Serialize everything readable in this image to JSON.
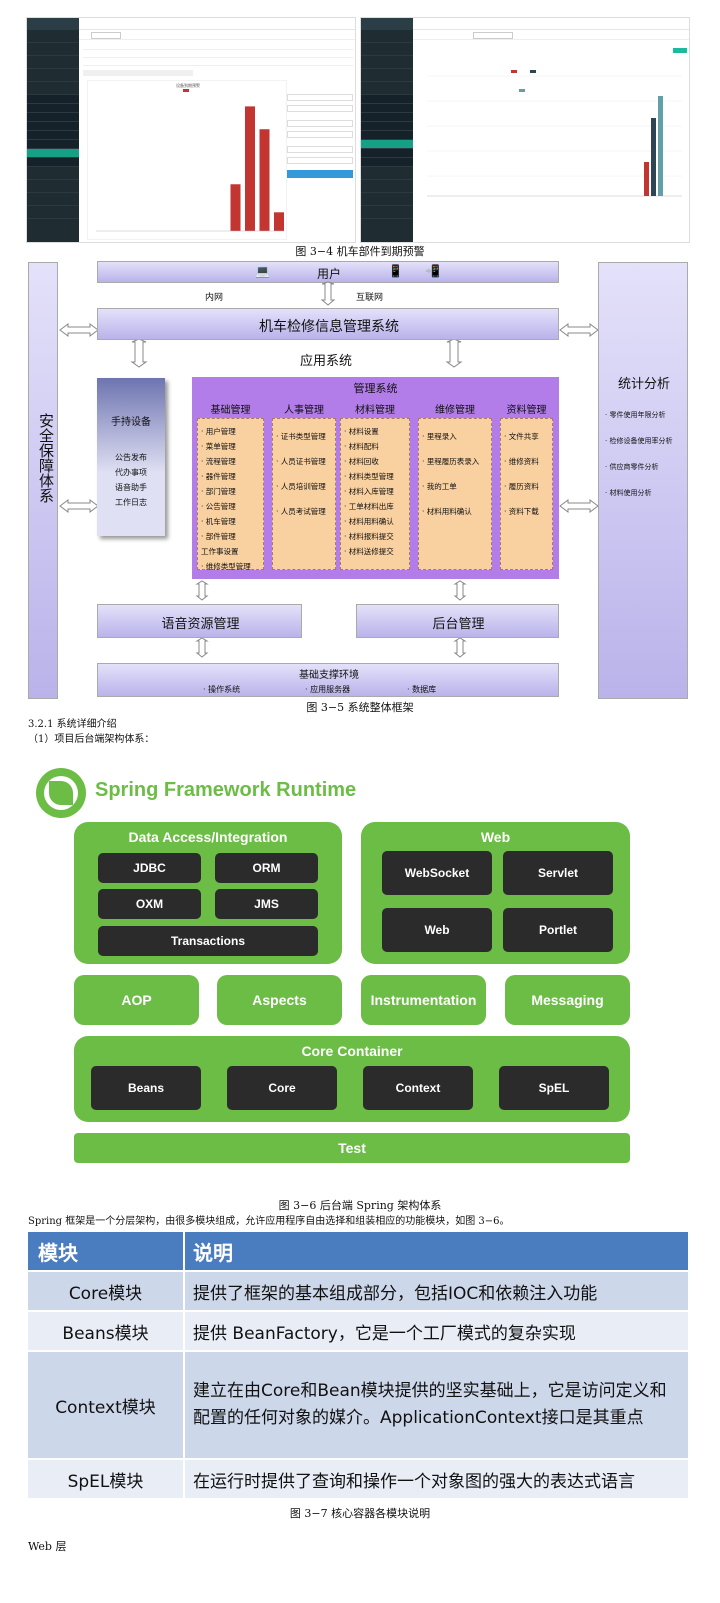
{
  "fig34": {
    "caption": "图 3−4  机车部件到期预警",
    "left_chart_title": "设备到期预警",
    "left_bars": [
      0,
      0,
      0,
      0,
      0,
      0,
      0,
      0,
      0,
      45,
      120,
      98,
      18
    ],
    "right_bars": [
      30,
      60,
      80
    ]
  },
  "fig35": {
    "caption": "图 3−5  系统整体框架",
    "user": "用户",
    "intranet": "内网",
    "internet": "互联网",
    "main_system": "机车检修信息管理系统",
    "app_system": "应用系统",
    "security": "安全保障体系",
    "stats": {
      "title": "统计分析",
      "items": [
        "· 零件使用年限分析",
        "· 检修设备使用率分析",
        "· 供应商零件分析",
        "· 材料使用分析"
      ]
    },
    "handheld": {
      "title": "手持设备",
      "items": [
        "公告发布",
        "代办事项",
        "语音助手",
        "工作日志"
      ]
    },
    "mgmt": {
      "title": "管理系统",
      "columns": [
        {
          "head": "基础管理",
          "items": [
            "· 用户管理",
            "· 菜单管理",
            "· 流程管理",
            "· 器件管理",
            "· 部门管理",
            "· 公告管理",
            "· 机车管理",
            "· 部件管理",
            "  工作事设置",
            "· 维修类型管理"
          ]
        },
        {
          "head": "人事管理",
          "items": [
            "· 证书类型管理",
            "· 人员证书管理",
            "· 人员培训管理",
            "· 人员考试管理"
          ]
        },
        {
          "head": "材料管理",
          "items": [
            "· 材料设置",
            "· 材料配料",
            "· 材料回收",
            "· 材料类型管理",
            "· 材料入库管理",
            "· 工单材料出库",
            "· 材料用料确认",
            "· 材料报料提交",
            "· 材料送修提交"
          ]
        },
        {
          "head": "维修管理",
          "items": [
            "· 里程录入",
            "· 里程履历表录入",
            "· 我的工单",
            "· 材料用料确认"
          ]
        },
        {
          "head": "资料管理",
          "items": [
            "· 文件共享",
            "· 维修资料",
            "· 履历资料",
            "· 资料下载"
          ]
        }
      ]
    },
    "voice": "语音资源管理",
    "backend": "后台管理",
    "infra": {
      "title": "基础支撑环境",
      "items": [
        "· 操作系统",
        "· 应用服务器",
        "· 数据库"
      ]
    }
  },
  "section": {
    "heading": "3.2.1 系统详细介绍",
    "sub": "（1）项目后台端架构体系："
  },
  "spring": {
    "title": "Spring Framework Runtime",
    "data_access": {
      "title": "Data Access/Integration",
      "items": [
        "JDBC",
        "ORM",
        "OXM",
        "JMS",
        "Transactions"
      ]
    },
    "web": {
      "title": "Web",
      "items": [
        "WebSocket",
        "Servlet",
        "Web",
        "Portlet"
      ]
    },
    "middle": [
      "AOP",
      "Aspects",
      "Instrumentation",
      "Messaging"
    ],
    "core": {
      "title": "Core Container",
      "items": [
        "Beans",
        "Core",
        "Context",
        "SpEL"
      ]
    },
    "test": "Test",
    "caption": "图 3−6  后台端 Spring 架构体系"
  },
  "para": "Spring 框架是一个分层架构，由很多模块组成，允许应用程序自由选择和组装相应的功能模块，如图 3−6。",
  "table": {
    "headers": [
      "模块",
      "说明"
    ],
    "rows": [
      [
        "Core模块",
        "提供了框架的基本组成部分，包括IOC和依赖注入功能"
      ],
      [
        "Beans模块",
        "提供 BeanFactory，它是一个工厂模式的复杂实现"
      ],
      [
        "Context模块",
        "建立在由Core和Bean模块提供的坚实基础上，它是访问定义和配置的任何对象的媒介。ApplicationContext接口是其重点"
      ],
      [
        "SpEL模块",
        "在运行时提供了查询和操作一个对象图的强大的表达式语言"
      ]
    ],
    "caption": "图 3−7  核心容器各模块说明"
  },
  "footer": "Web 层",
  "colors": {
    "green": "#6cbd45",
    "lavender": "#cfcbf0",
    "purple": "#b27de8",
    "orange": "#f9d0a0",
    "table_head": "#4a7cc0"
  }
}
